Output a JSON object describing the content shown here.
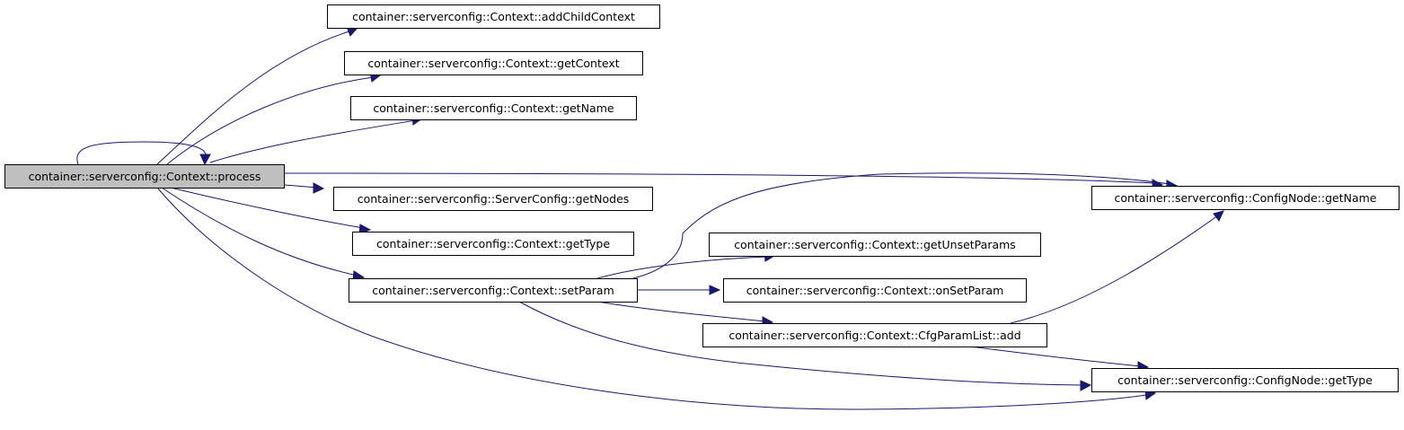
{
  "nodes": [
    {
      "id": "process",
      "label": "container::serverconfig::Context::process",
      "root": true
    },
    {
      "id": "addChildContext",
      "label": "container::serverconfig::Context::addChildContext"
    },
    {
      "id": "getContext",
      "label": "container::serverconfig::Context::getContext"
    },
    {
      "id": "getName",
      "label": "container::serverconfig::Context::getName"
    },
    {
      "id": "getNodes",
      "label": "container::serverconfig::ServerConfig::getNodes"
    },
    {
      "id": "getType",
      "label": "container::serverconfig::Context::getType"
    },
    {
      "id": "setParam",
      "label": "container::serverconfig::Context::setParam"
    },
    {
      "id": "getUnsetParams",
      "label": "container::serverconfig::Context::getUnsetParams"
    },
    {
      "id": "onSetParam",
      "label": "container::serverconfig::Context::onSetParam"
    },
    {
      "id": "cfgAdd",
      "label": "container::serverconfig::Context::CfgParamList::add"
    },
    {
      "id": "cnGetName",
      "label": "container::serverconfig::ConfigNode::getName"
    },
    {
      "id": "cnGetType",
      "label": "container::serverconfig::ConfigNode::getType"
    }
  ],
  "edges": [
    {
      "from": "process",
      "to": "process"
    },
    {
      "from": "process",
      "to": "addChildContext"
    },
    {
      "from": "process",
      "to": "getContext"
    },
    {
      "from": "process",
      "to": "getName"
    },
    {
      "from": "process",
      "to": "getNodes"
    },
    {
      "from": "process",
      "to": "getType"
    },
    {
      "from": "process",
      "to": "setParam"
    },
    {
      "from": "process",
      "to": "cnGetName"
    },
    {
      "from": "process",
      "to": "cnGetType"
    },
    {
      "from": "setParam",
      "to": "getUnsetParams"
    },
    {
      "from": "setParam",
      "to": "onSetParam"
    },
    {
      "from": "setParam",
      "to": "cfgAdd"
    },
    {
      "from": "setParam",
      "to": "cnGetName"
    },
    {
      "from": "setParam",
      "to": "cnGetType"
    },
    {
      "from": "cfgAdd",
      "to": "cnGetName"
    },
    {
      "from": "cfgAdd",
      "to": "cnGetType"
    }
  ]
}
